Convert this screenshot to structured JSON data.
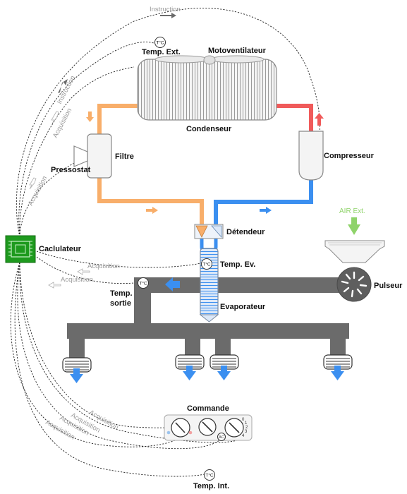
{
  "labels": {
    "motoventilateur": "Motoventilateur",
    "temp_ext": "Temp. Ext.",
    "condenseur": "Condenseur",
    "filtre": "Filtre",
    "pressostat": "Pressostat",
    "compresseur": "Compresseur",
    "detendeur": "Détendeur",
    "caclulateur": "Caclulateur",
    "temp_ev": "Temp. Ev.",
    "temp_sortie_1": "Temp.",
    "temp_sortie_2": "sortie",
    "evaporateur": "Evaporateur",
    "pulseur": "Pulseur",
    "air_ext": "AIR Ext.",
    "commande": "Commande",
    "temp_int": "Temp. Int.",
    "ac": "AC"
  },
  "signals": {
    "instruction": "Instruction",
    "acquisition": "Acquisition"
  },
  "sensor_symbol": "T°C",
  "dial_scale": [
    "0",
    "1",
    "2",
    "3",
    "4"
  ],
  "colors": {
    "hot_line": "#f05a5a",
    "warm_line": "#f8ae6a",
    "cold_line": "#3b8ff0",
    "duct": "#6b6b6b",
    "controller": "#1e9a1e",
    "air_ext": "#8fd36a"
  }
}
